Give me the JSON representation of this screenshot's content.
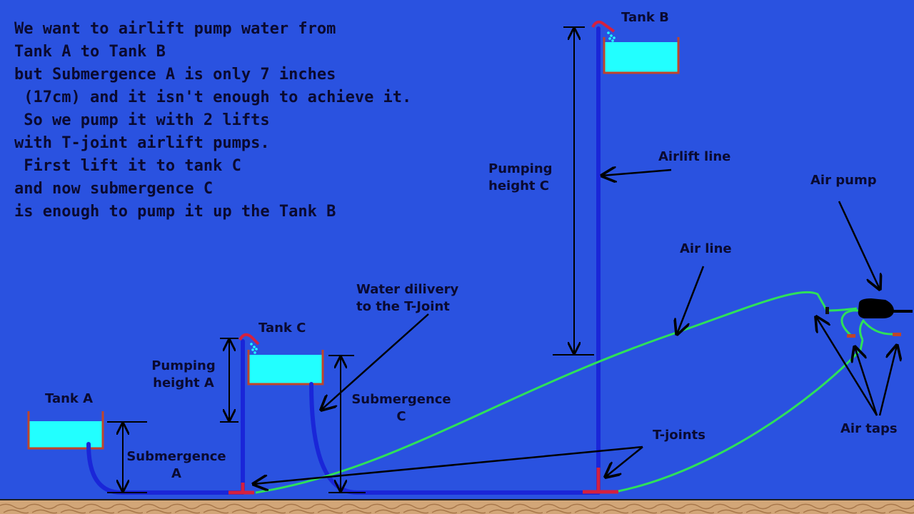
{
  "intro_lines": [
    "We want to airlift pump water from",
    "Tank A to Tank B",
    "but Submergence A is only 7 inches",
    " (17cm) and it isn't enough to achieve it.",
    " So we pump it with 2 lifts",
    "with T-joint airlift pumps.",
    " First lift it to tank C",
    "and now submergence C",
    "is enough to pump it up the Tank B"
  ],
  "labels": {
    "tank_a": "Tank A",
    "tank_b": "Tank B",
    "tank_c": "Tank C",
    "pumping_height_a": "Pumping\nheight A",
    "pumping_height_c": "Pumping\nheight C",
    "submergence_a": "Submergence\nA",
    "submergence_c": "Submergence\nC",
    "water_delivery": "Water dilivery\nto the T-Joint",
    "airlift_line": "Airlift line",
    "air_line": "Air line",
    "air_pump": "Air pump",
    "t_joints": "T-joints",
    "air_taps": "Air taps"
  },
  "colors": {
    "background": "#2a52e0",
    "water": "#22ffff",
    "tank_wall": "#c0452a",
    "pipe": "#1a26d8",
    "air_line": "#2ee05a",
    "t_joint": "#d4213f",
    "ground": "#d2a678",
    "text": "#0a0a30"
  }
}
